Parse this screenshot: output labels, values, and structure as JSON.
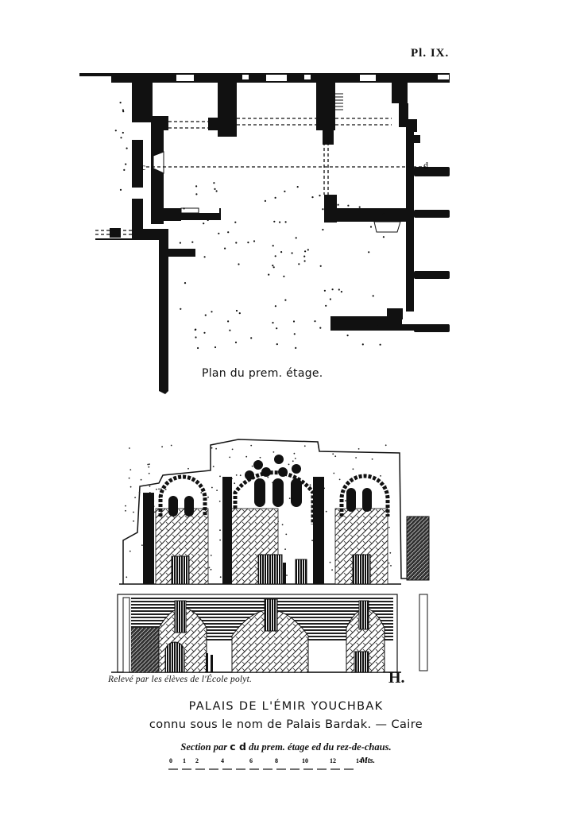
{
  "plate": {
    "number": "Pl. IX."
  },
  "plan": {
    "caption": "Plan du prem. étage.",
    "section_markers": {
      "start": "c",
      "end": "d"
    }
  },
  "section_drawing": {
    "credit": "Relevé par les élèves de l'École polyt.",
    "monogram": "H."
  },
  "caption": {
    "title": "PALAIS DE L'ÉMIR YOUCHBAK",
    "subtitle": "connu sous le nom de Palais Bardak. — Caire",
    "section_note_prefix": "Section par",
    "section_note_cd": "c d",
    "section_note_suffix": "du prem. étage ed du rez-de-chaus."
  },
  "scale_bar": {
    "ticks": [
      "0",
      "1",
      "2",
      "4",
      "6",
      "8",
      "10",
      "12",
      "14"
    ],
    "unit": "Mts."
  },
  "colors": {
    "ink": "#111111",
    "paper": "#ffffff"
  }
}
